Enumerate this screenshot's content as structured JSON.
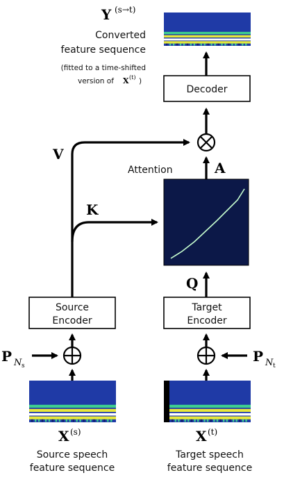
{
  "colors": {
    "spectro_bg": "#1f3aa6",
    "spectro_band_yellow": "#e8e83a",
    "spectro_band_green": "#3ecf8e",
    "attention_bg": "#0c1848",
    "attention_diag": "#c8ffd0"
  },
  "output": {
    "symbol": "Y",
    "superscript": "(s→t)",
    "caption_line1": "Converted",
    "caption_line2": "feature sequence",
    "note_line1": "(fitted to a time-shifted",
    "note_line2_prefix": "version of",
    "note_symbol": "X",
    "note_superscript": "(t)",
    "note_suffix": ")"
  },
  "decoder": {
    "label": "Decoder"
  },
  "attention": {
    "label": "Attention"
  },
  "symbols": {
    "v": "V",
    "k": "K",
    "a": "A",
    "q": "Q"
  },
  "source_encoder": {
    "line1": "Source",
    "line2": "Encoder"
  },
  "target_encoder": {
    "line1": "Target",
    "line2": "Encoder"
  },
  "positional": {
    "source_symbol": "P",
    "source_sub": "N",
    "source_subsub": "s",
    "target_symbol": "P",
    "target_sub": "N",
    "target_subsub": "t"
  },
  "source_input": {
    "symbol": "X",
    "superscript": "(s)",
    "caption_line1": "Source speech",
    "caption_line2": "feature sequence"
  },
  "target_input": {
    "symbol": "X",
    "superscript": "(t)",
    "caption_line1": "Target speech",
    "caption_line2": "feature sequence"
  }
}
